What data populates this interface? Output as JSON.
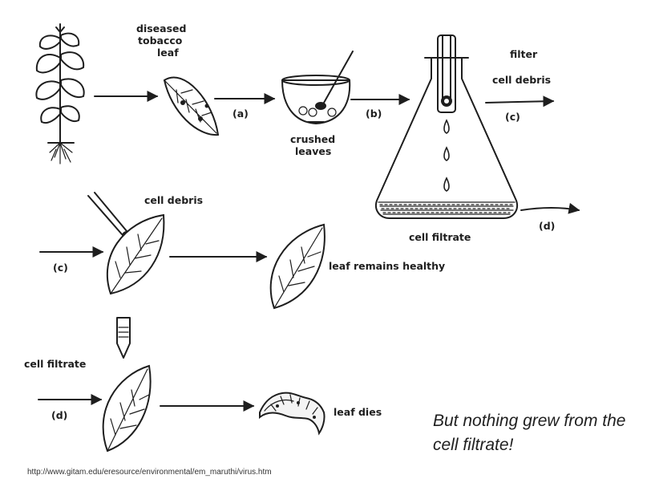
{
  "diagram": {
    "label_diseased": [
      "diseased",
      "tobacco",
      "leaf"
    ],
    "label_a": "(a)",
    "label_crushed": [
      "crushed",
      "leaves"
    ],
    "label_b": "(b)",
    "label_filter": "filter",
    "label_cell_debris_top": "cell debris",
    "label_c_top": "(c)",
    "label_d_right": "(d)",
    "label_cell_filtrate_flask": "cell filtrate",
    "label_cell_debris_mid": "cell debris",
    "label_c_left": "(c)",
    "label_leaf_healthy": "leaf remains healthy",
    "label_cell_filtrate_left": "cell filtrate",
    "label_d_left": "(d)",
    "label_leaf_dies": "leaf dies"
  },
  "caption": "But nothing grew from the\ncell filtrate!",
  "source_url": "http://www.gitam.edu/eresource/environmental/em_maruthi/virus.htm"
}
